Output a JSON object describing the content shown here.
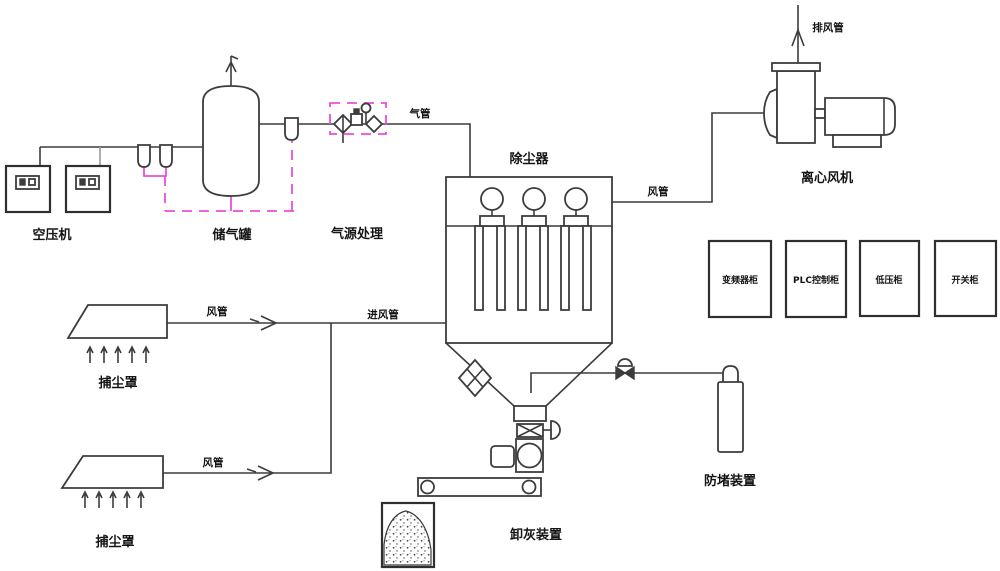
{
  "components": {
    "air_compressor": {
      "label": "空压机"
    },
    "air_tank": {
      "label": "储气罐"
    },
    "air_treatment": {
      "label": "气源处理"
    },
    "air_pipe": {
      "label": "气管"
    },
    "dust_collector": {
      "label": "除尘器"
    },
    "fan_duct": {
      "label": "风管"
    },
    "exhaust_duct": {
      "label": "排风管"
    },
    "centrifugal_fan": {
      "label": "离心风机"
    },
    "hood_top": {
      "label": "捕尘罩",
      "duct_label": "风管"
    },
    "hood_bottom": {
      "label": "捕尘罩",
      "duct_label": "风管"
    },
    "inlet_duct": {
      "label": "进风管"
    },
    "anti_blocking_device": {
      "label": "防堵装置"
    },
    "ash_discharge": {
      "label": "卸灰装置"
    }
  },
  "cabinets": [
    {
      "label": "变频器柜"
    },
    {
      "label": "PLC控制柜"
    },
    {
      "label": "低压柜"
    },
    {
      "label": "开关柜"
    }
  ],
  "colors": {
    "line": "#3c3c3c",
    "magenta_accent": "#e94fd9",
    "background": "#ffffff"
  }
}
